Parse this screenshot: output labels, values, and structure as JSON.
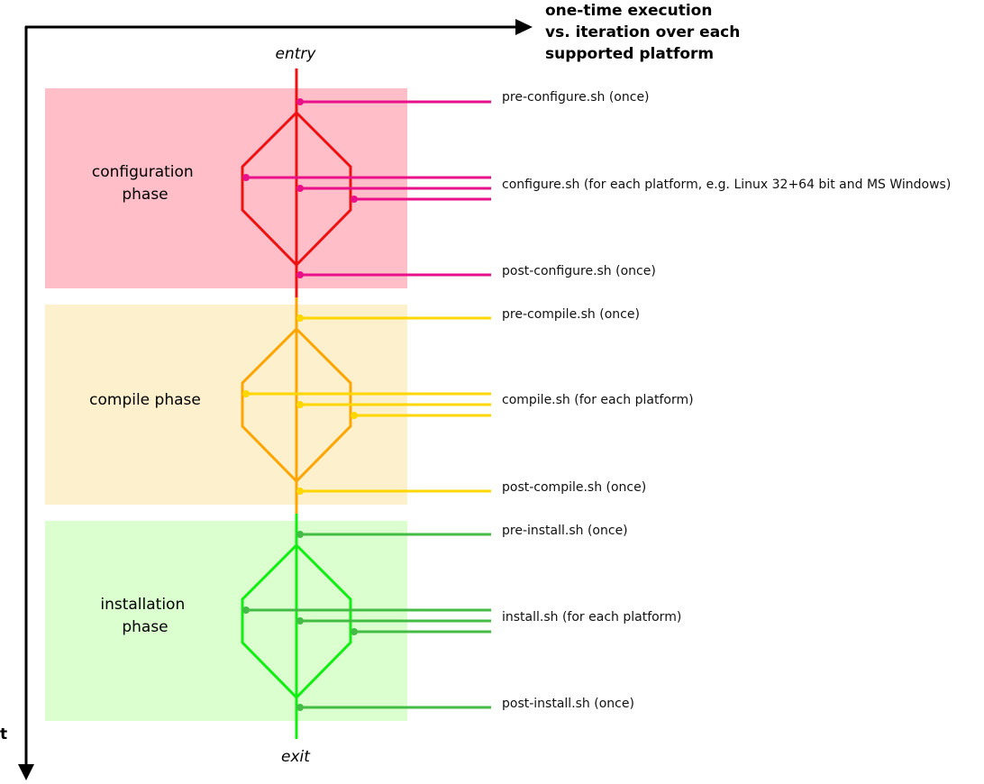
{
  "axes": {
    "horizontal_label_lines": [
      "one-time execution",
      "vs. iteration over each",
      "supported platform"
    ],
    "vertical_label": "t"
  },
  "flow": {
    "entry_label": "entry",
    "exit_label": "exit"
  },
  "phases": [
    {
      "id": "configuration",
      "label_lines": [
        "configuration",
        "phase"
      ],
      "background": "#ffbec8",
      "flow_color": "#ee1111",
      "hook_color": "#e8118a",
      "scripts": {
        "pre": "pre-configure.sh (once)",
        "main": "configure.sh (for each platform, e.g. Linux 32+64 bit and MS Windows)",
        "post": "post-configure.sh (once)"
      }
    },
    {
      "id": "compile",
      "label_lines": [
        "compile phase"
      ],
      "background": "#fdf0cd",
      "flow_color": "#ffa500",
      "hook_color": "#ffd700",
      "scripts": {
        "pre": "pre-compile.sh (once)",
        "main": "compile.sh (for each platform)",
        "post": "post-compile.sh (once)"
      }
    },
    {
      "id": "installation",
      "label_lines": [
        "installation",
        "phase"
      ],
      "background": "#dcffd0",
      "flow_color": "#11ee11",
      "hook_color": "#44bb44",
      "scripts": {
        "pre": "pre-install.sh (once)",
        "main": "install.sh (for each platform)",
        "post": "post-install.sh (once)"
      }
    }
  ]
}
